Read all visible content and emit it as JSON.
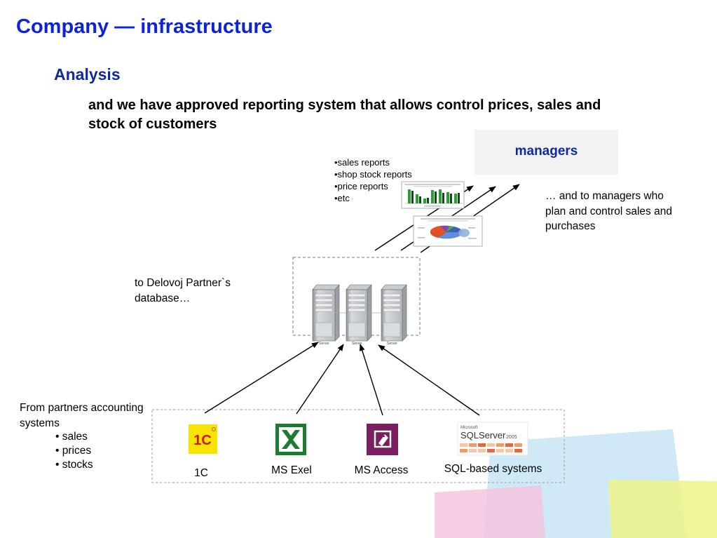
{
  "slide": {
    "title": "Company — infrastructure",
    "subtitle": "Analysis",
    "lead": "and we have approved reporting system that allows control prices, sales and stock of customers"
  },
  "managers": {
    "label": "managers",
    "note": "… and to managers who plan and control sales and purchases"
  },
  "reports": {
    "items": [
      "•sales reports",
      "•shop stock reports",
      "•price reports",
      "•etc"
    ]
  },
  "database": {
    "note": "to Delovoj Partner`s database…",
    "servers": [
      "Server",
      "Server",
      "Server"
    ]
  },
  "partners": {
    "note": "From partners accounting systems",
    "items": [
      "• sales",
      "• prices",
      "• stocks"
    ]
  },
  "sources": [
    {
      "label": "1C",
      "icon": "onec-logo-icon"
    },
    {
      "label": "MS Exel",
      "icon": "excel-icon"
    },
    {
      "label": "MS Access",
      "icon": "access-icon"
    },
    {
      "label": "SQL-based systems",
      "icon": "sql-server-logo-icon"
    }
  ],
  "logos": {
    "onec": "1С",
    "sql_brand": "Microsoft",
    "sql_name": "SQLServer",
    "sql_year": "2005"
  },
  "colors": {
    "title": "#0d23d6",
    "heading": "#0f2a9e",
    "excel": "#1e7b34",
    "access": "#7b1f62",
    "onec_bg": "#f7e400",
    "onec_text": "#d4151b"
  }
}
